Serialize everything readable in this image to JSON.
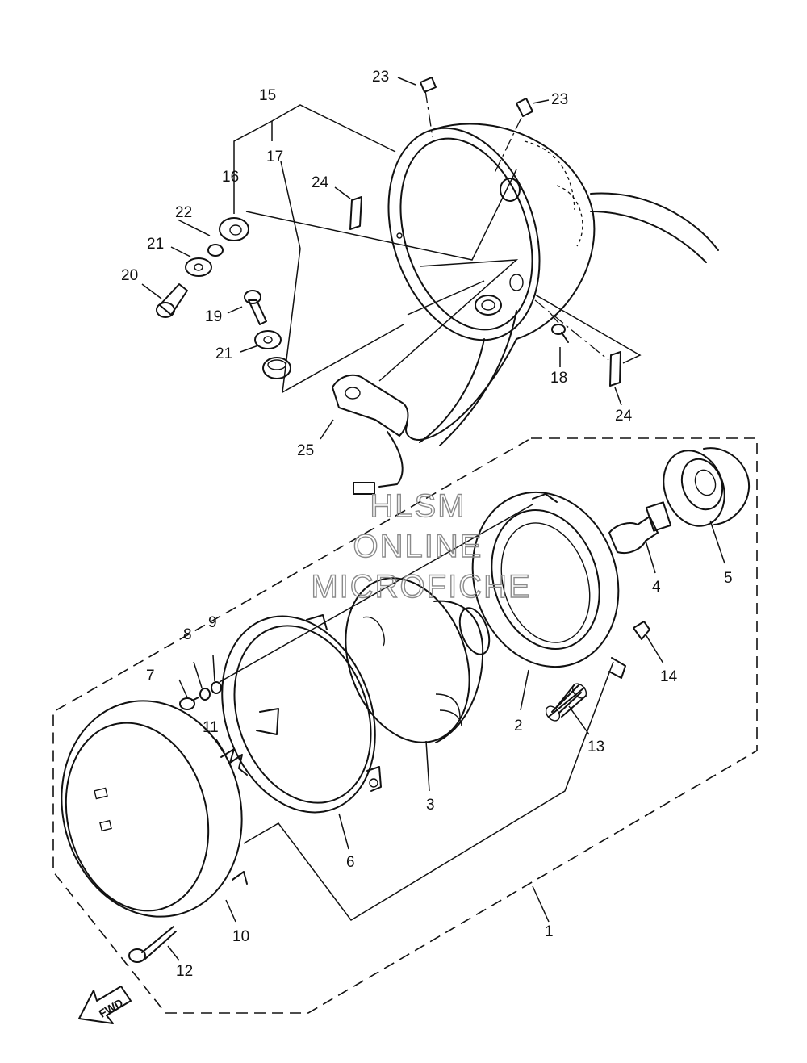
{
  "callouts": {
    "c1": "1",
    "c2": "2",
    "c3": "3",
    "c4": "4",
    "c5": "5",
    "c6": "6",
    "c7": "7",
    "c8": "8",
    "c9": "9",
    "c10": "10",
    "c11": "11",
    "c12": "12",
    "c13": "13",
    "c14": "14",
    "c15": "15",
    "c16": "16",
    "c17": "17",
    "c18": "18",
    "c19": "19",
    "c20": "20",
    "c21a": "21",
    "c21b": "21",
    "c22": "22",
    "c23a": "23",
    "c23b": "23",
    "c24a": "24",
    "c24b": "24",
    "c25": "25"
  },
  "watermark": {
    "line1": "HLSM",
    "line2": "ONLINE",
    "line3": "MICROFICHE"
  },
  "fwd_label": "FWD"
}
